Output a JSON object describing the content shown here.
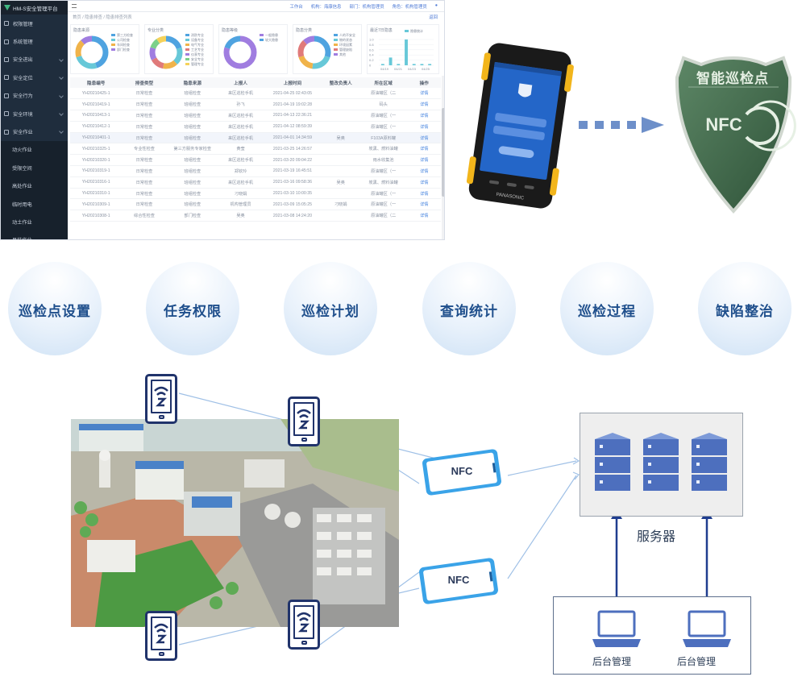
{
  "app": {
    "brand": "HM-S安全管理平台",
    "sidebar": [
      {
        "label": "权限管理",
        "sub": false
      },
      {
        "label": "系统管理",
        "sub": false
      },
      {
        "label": "安全进出",
        "sub": false
      },
      {
        "label": "安全定位",
        "sub": false
      },
      {
        "label": "安全行为",
        "sub": false
      },
      {
        "label": "安全环境",
        "sub": false
      },
      {
        "label": "安全作业",
        "sub": false
      },
      {
        "label": "动火作业",
        "sub": true
      },
      {
        "label": "受限空间",
        "sub": true
      },
      {
        "label": "高处作业",
        "sub": true
      },
      {
        "label": "临时用电",
        "sub": true
      },
      {
        "label": "动土作业",
        "sub": true
      },
      {
        "label": "吊装作业",
        "sub": true
      }
    ],
    "top_links": [
      "工作台",
      "机构：海康信息",
      "部门：机构管理员",
      "角色：机构管理员"
    ],
    "breadcrumb": "首页 / 隐患排查 / 隐患排查列表",
    "back_label": "返回",
    "cards": [
      {
        "title": "隐患来源",
        "legend": [
          "第三方检查",
          "公司检查",
          "车间检查",
          "部门检查"
        ],
        "colors": [
          "#4fa3e0",
          "#67c8d8",
          "#f0b34a",
          "#a07de0"
        ],
        "fractions": [
          0.45,
          0.25,
          0.18,
          0.12
        ]
      },
      {
        "title": "专业分类",
        "legend": [
          "消防专业",
          "设备专业",
          "电气专业",
          "工艺专业",
          "仪表专业",
          "安全专业",
          "管理专业"
        ],
        "colors": [
          "#4fa3e0",
          "#67c8d8",
          "#f0b34a",
          "#e07a7a",
          "#a07de0",
          "#7bd08a",
          "#f5d25a"
        ],
        "fractions": [
          0.2,
          0.18,
          0.15,
          0.14,
          0.13,
          0.1,
          0.1
        ]
      },
      {
        "title": "隐患等级",
        "legend": [
          "一般隐患",
          "较大隐患"
        ],
        "colors": [
          "#a07de0",
          "#4fa3e0"
        ],
        "fractions": [
          0.8,
          0.2
        ]
      },
      {
        "title": "隐患分类",
        "legend": [
          "人的不安全",
          "物的状态",
          "环境因素",
          "管理缺陷",
          "其他"
        ],
        "colors": [
          "#4fa3e0",
          "#67c8d8",
          "#f0b34a",
          "#e07a7a",
          "#a07de0"
        ],
        "fractions": [
          0.3,
          0.22,
          0.18,
          0.18,
          0.12
        ]
      }
    ],
    "mini_chart": {
      "title": "最近7日隐患",
      "legend": "隐患统计",
      "y_ticks": [
        "1.0",
        "0.8",
        "0.6",
        "0.4",
        "0.2",
        "0"
      ],
      "x_ticks": [
        "04/19",
        "04/21",
        "04/23",
        "04/25"
      ],
      "values": [
        0.05,
        0.3,
        0.05,
        1.0,
        0.05,
        0.05,
        0.05
      ]
    },
    "columns": [
      "隐患编号",
      "排查类型",
      "隐患来源",
      "上报人",
      "上报时间",
      "整改负责人",
      "所在区域",
      "操作"
    ],
    "rows": [
      [
        "YH20210425-1",
        "日常检查",
        "班组检查",
        "来区巡检手机",
        "2021-04-25 02:43:05",
        "",
        "原油罐区（二",
        "详情"
      ],
      [
        "YH20210419-1",
        "日常检查",
        "班组检查",
        "孙飞",
        "2021-04-19 19:02:28",
        "",
        "码头",
        "详情"
      ],
      [
        "YH20210413-1",
        "日常检查",
        "班组检查",
        "来区巡检手机",
        "2021-04-13 22:36:21",
        "",
        "原油罐区（一",
        "详情"
      ],
      [
        "YH20210412-1",
        "日常检查",
        "班组检查",
        "来区巡检手机",
        "2021-04-12 08:59:39",
        "",
        "原油罐区（一",
        "详情"
      ],
      [
        "YH20210401-1",
        "日常检查",
        "班组检查",
        "来区巡检手机",
        "2021-04-01 14:34:59",
        "吴奥",
        "F103A原料罐",
        "详情"
      ],
      [
        "YH20210325-1",
        "专业性检查",
        "第三方服务专家检查",
        "黄莹",
        "2021-03-25 14:26:57",
        "",
        "炭黑、燃料油罐",
        "详情"
      ],
      [
        "YH20210320-1",
        "日常检查",
        "班组检查",
        "来区巡检手机",
        "2021-03-20 09:04:22",
        "",
        "雨水收集池",
        "详情"
      ],
      [
        "YH20210319-1",
        "日常检查",
        "班组检查",
        "郑钦玲",
        "2021-03-19 16:45:51",
        "",
        "原油罐区（一",
        "详情"
      ],
      [
        "YH20210316-1",
        "日常检查",
        "班组检查",
        "来区巡检手机",
        "2021-03-16 09:58:36",
        "吴奥",
        "炭黑、燃料油罐",
        "详情"
      ],
      [
        "YH20210310-1",
        "日常检查",
        "班组检查",
        "刁晓娟",
        "2021-03-10 10:00:35",
        "",
        "原油罐区（一",
        "详情"
      ],
      [
        "YH20210309-1",
        "日常检查",
        "班组检查",
        "机构管理员",
        "2021-03-09 15:05:25",
        "刁晓娟",
        "原油罐区（一",
        "详情"
      ],
      [
        "YH20210308-1",
        "综合性检查",
        "部门检查",
        "吴奥",
        "2021-03-08 14:24:20",
        "",
        "原油罐区（二",
        "详情"
      ]
    ]
  },
  "shield_title": "智能巡检点",
  "nfc_badge": "NFC",
  "handset_brand": "PANASONIC",
  "features": [
    "巡检点设置",
    "任务权限",
    "巡检计划",
    "查询统计",
    "巡检过程",
    "缺陷整治"
  ],
  "network": {
    "nfc_label": "NFC",
    "server_label": "服务器",
    "admin_labels": [
      "后台管理",
      "后台管理"
    ]
  },
  "colors": {
    "accent_blue": "#1f4f8c",
    "server_blue": "#4d6fbe",
    "shield_green": "#3f6a4a",
    "handset_yellow": "#f2b51b"
  }
}
